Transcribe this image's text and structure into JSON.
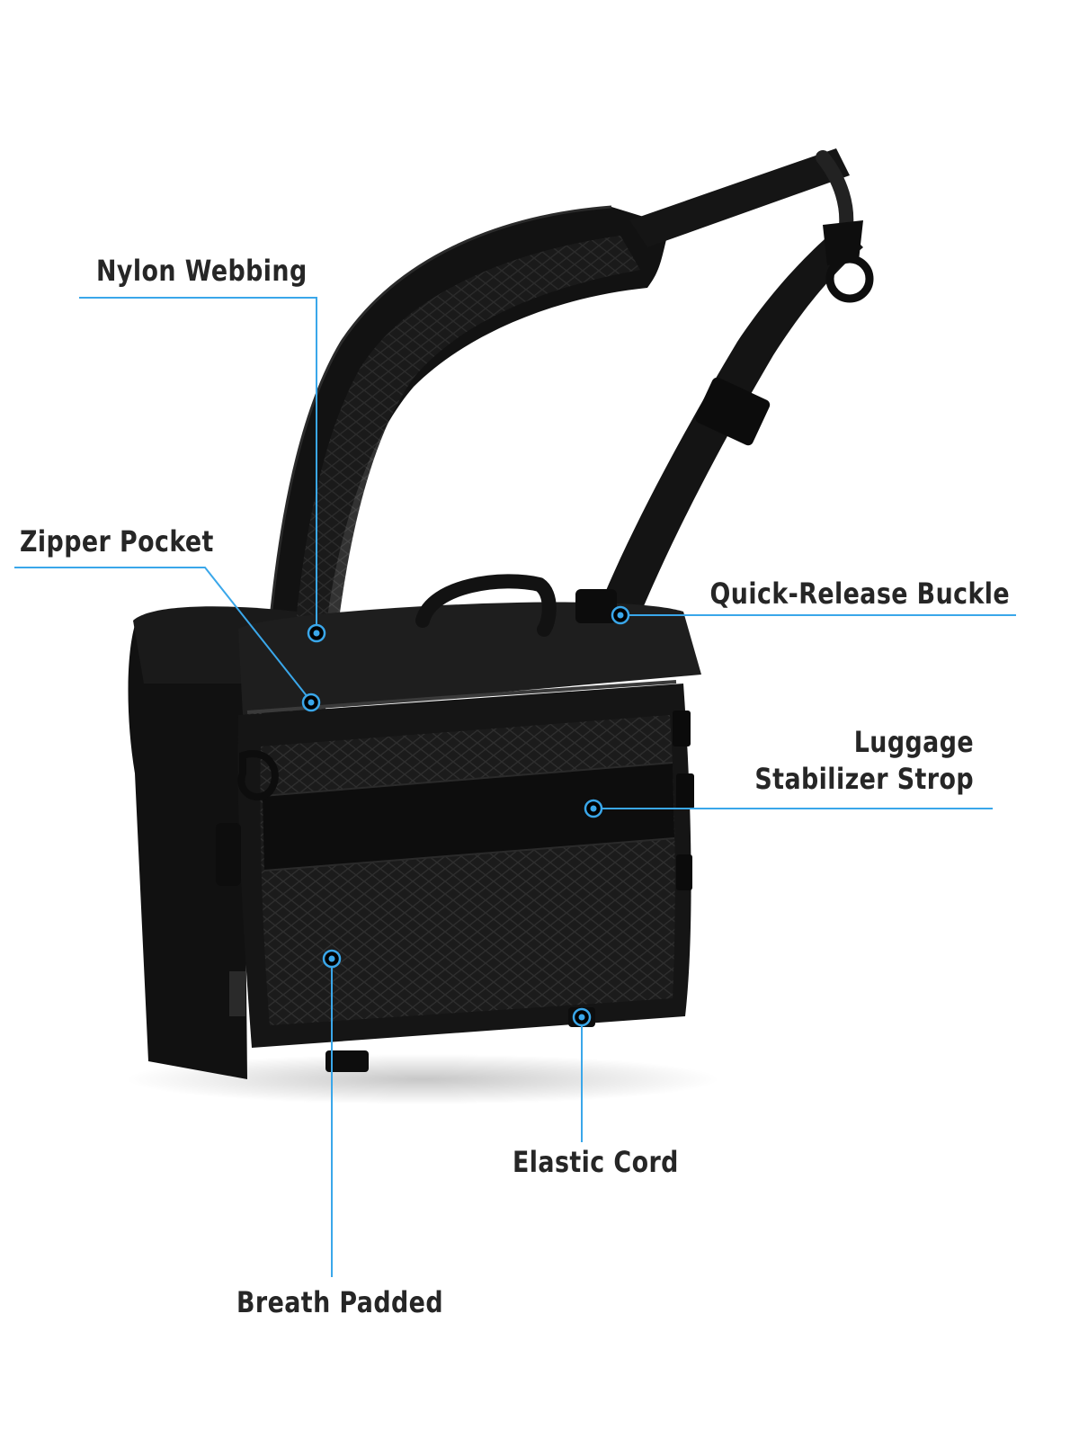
{
  "labels": {
    "nylon_webbing": "Nylon  Webbing",
    "zipper_pocket": "Zipper Pocket",
    "quick_release_buckle": "Quick-Release Buckle",
    "luggage_line1": "Luggage",
    "luggage_line2": "Stabilizer Strop",
    "elastic_cord": "Elastic Cord",
    "breath_padded": "Breath Padded"
  },
  "colors": {
    "background": "#ffffff",
    "text": "#262626",
    "callout": "#3aa7ea",
    "bag": "#161616"
  }
}
